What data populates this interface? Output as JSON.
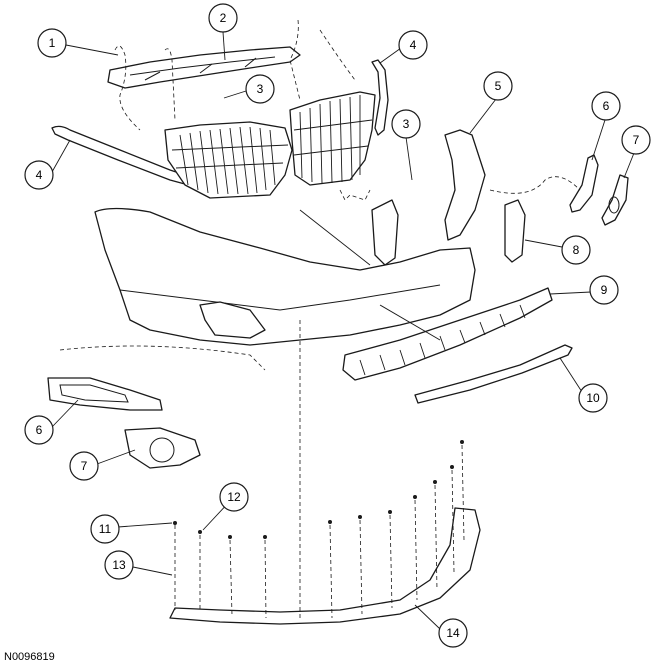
{
  "figure_code": "N0096819",
  "callouts": [
    {
      "id": "c1",
      "label": "1"
    },
    {
      "id": "c2",
      "label": "2"
    },
    {
      "id": "c3a",
      "label": "3"
    },
    {
      "id": "c4a",
      "label": "4"
    },
    {
      "id": "c4b",
      "label": "4"
    },
    {
      "id": "c5",
      "label": "5"
    },
    {
      "id": "c3b",
      "label": "3"
    },
    {
      "id": "c6a",
      "label": "6"
    },
    {
      "id": "c7a",
      "label": "7"
    },
    {
      "id": "c8",
      "label": "8"
    },
    {
      "id": "c9",
      "label": "9"
    },
    {
      "id": "c10",
      "label": "10"
    },
    {
      "id": "c6b",
      "label": "6"
    },
    {
      "id": "c7b",
      "label": "7"
    },
    {
      "id": "c11",
      "label": "11"
    },
    {
      "id": "c12",
      "label": "12"
    },
    {
      "id": "c13",
      "label": "13"
    },
    {
      "id": "c14",
      "label": "14"
    }
  ]
}
